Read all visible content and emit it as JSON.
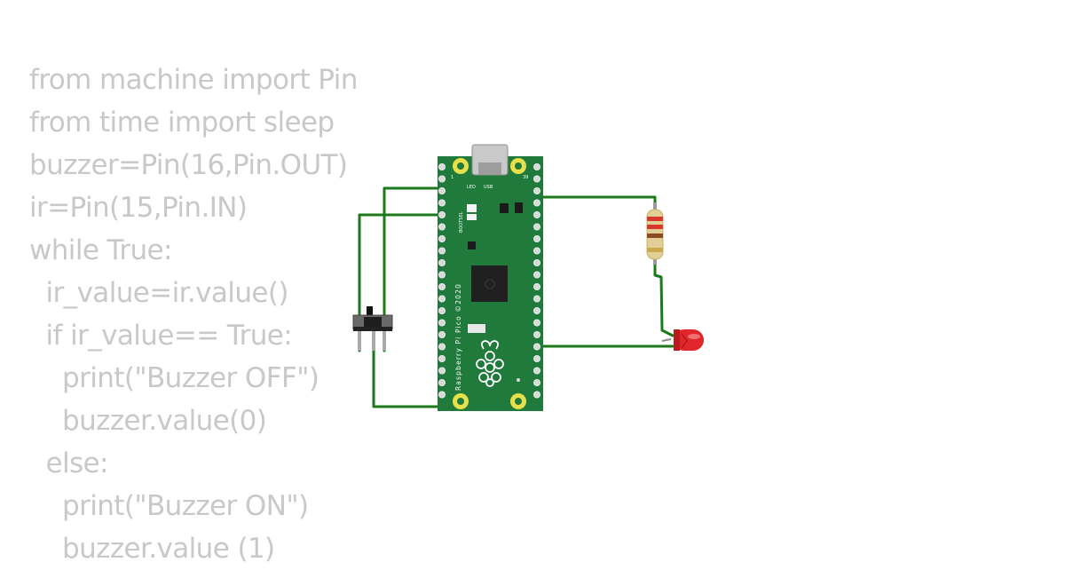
{
  "code_panel": {
    "lines": [
      "from machine import Pin",
      "from time import sleep",
      "buzzer=Pin(16,Pin.OUT)",
      "ir=Pin(15,Pin.IN)",
      "while True:",
      "  ir_value=ir.value()",
      "  if ir_value== True:",
      "    print(\"Buzzer OFF\")",
      "    buzzer.value(0)",
      "  else:",
      "    print(\"Buzzer ON\")",
      "    buzzer.value (1)"
    ]
  },
  "board": {
    "silkscreen_vertical": "Raspberry Pi Pico ©2020",
    "led_label": "LED",
    "usb_label": "USB",
    "pin1_label": "1",
    "pin39_label": "39",
    "boot_label": "BOOTSEL",
    "color_pcb": "#1f7a3c"
  },
  "colors": {
    "wire": "#1a7a1a",
    "led_red": "#e0262a",
    "code_text": "#c8c8c8"
  }
}
